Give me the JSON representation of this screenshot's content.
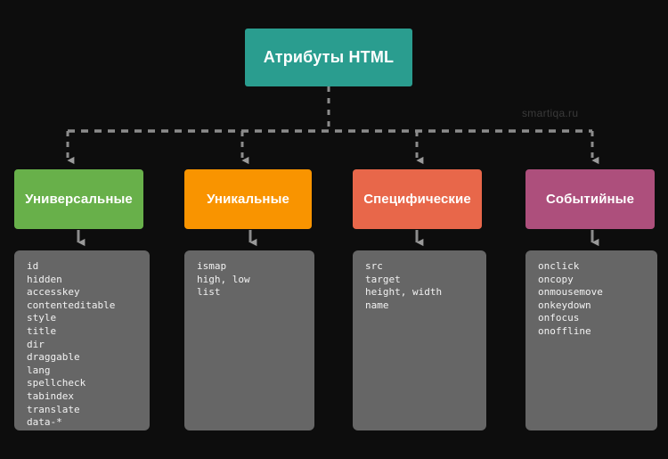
{
  "diagram": {
    "root": {
      "label": "Атрибуты HTML",
      "color": "#2a9d8f"
    },
    "watermark": "smartiqa.ru",
    "connector_color": "#8c8c8c",
    "panel_color": "#666666",
    "background": "#0d0d0d",
    "branches": [
      {
        "id": "universal",
        "label": "Универсальные",
        "color": "#68b04a",
        "items": [
          "id",
          "hidden",
          "accesskey",
          "contenteditable",
          "style",
          "title",
          "dir",
          "draggable",
          "lang",
          "spellcheck",
          "tabindex",
          "translate",
          "data-*"
        ]
      },
      {
        "id": "unique",
        "label": "Уникальные",
        "color": "#f99400",
        "items": [
          "ismap",
          "high, low",
          "list"
        ]
      },
      {
        "id": "specific",
        "label": "Специфические",
        "color": "#e8674a",
        "items": [
          "src",
          "target",
          "height, width",
          "name"
        ]
      },
      {
        "id": "event",
        "label": "Событийные",
        "color": "#ad4f7c",
        "items": [
          "onclick",
          "oncopy",
          "onmousemove",
          "onkeydown",
          "onfocus",
          "onoffline"
        ]
      }
    ]
  }
}
